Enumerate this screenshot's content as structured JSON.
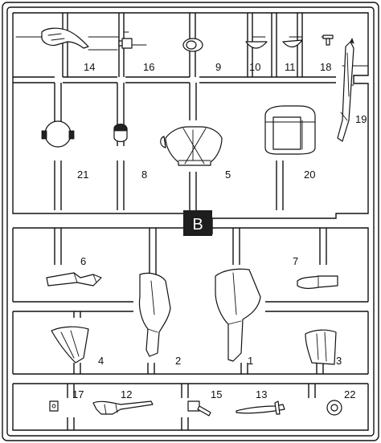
{
  "sprue": {
    "letter": "B",
    "parts": [
      {
        "id": "14",
        "label": "14"
      },
      {
        "id": "16",
        "label": "16"
      },
      {
        "id": "9",
        "label": "9"
      },
      {
        "id": "10",
        "label": "10"
      },
      {
        "id": "11",
        "label": "11"
      },
      {
        "id": "18",
        "label": "18"
      },
      {
        "id": "19",
        "label": "19"
      },
      {
        "id": "21",
        "label": "21"
      },
      {
        "id": "8",
        "label": "8"
      },
      {
        "id": "5",
        "label": "5"
      },
      {
        "id": "20",
        "label": "20"
      },
      {
        "id": "6",
        "label": "6"
      },
      {
        "id": "7",
        "label": "7"
      },
      {
        "id": "4",
        "label": "4"
      },
      {
        "id": "2",
        "label": "2"
      },
      {
        "id": "1",
        "label": "1"
      },
      {
        "id": "3",
        "label": "3"
      },
      {
        "id": "17",
        "label": "17"
      },
      {
        "id": "12",
        "label": "12"
      },
      {
        "id": "15",
        "label": "15"
      },
      {
        "id": "13",
        "label": "13"
      },
      {
        "id": "22",
        "label": "22"
      }
    ]
  }
}
